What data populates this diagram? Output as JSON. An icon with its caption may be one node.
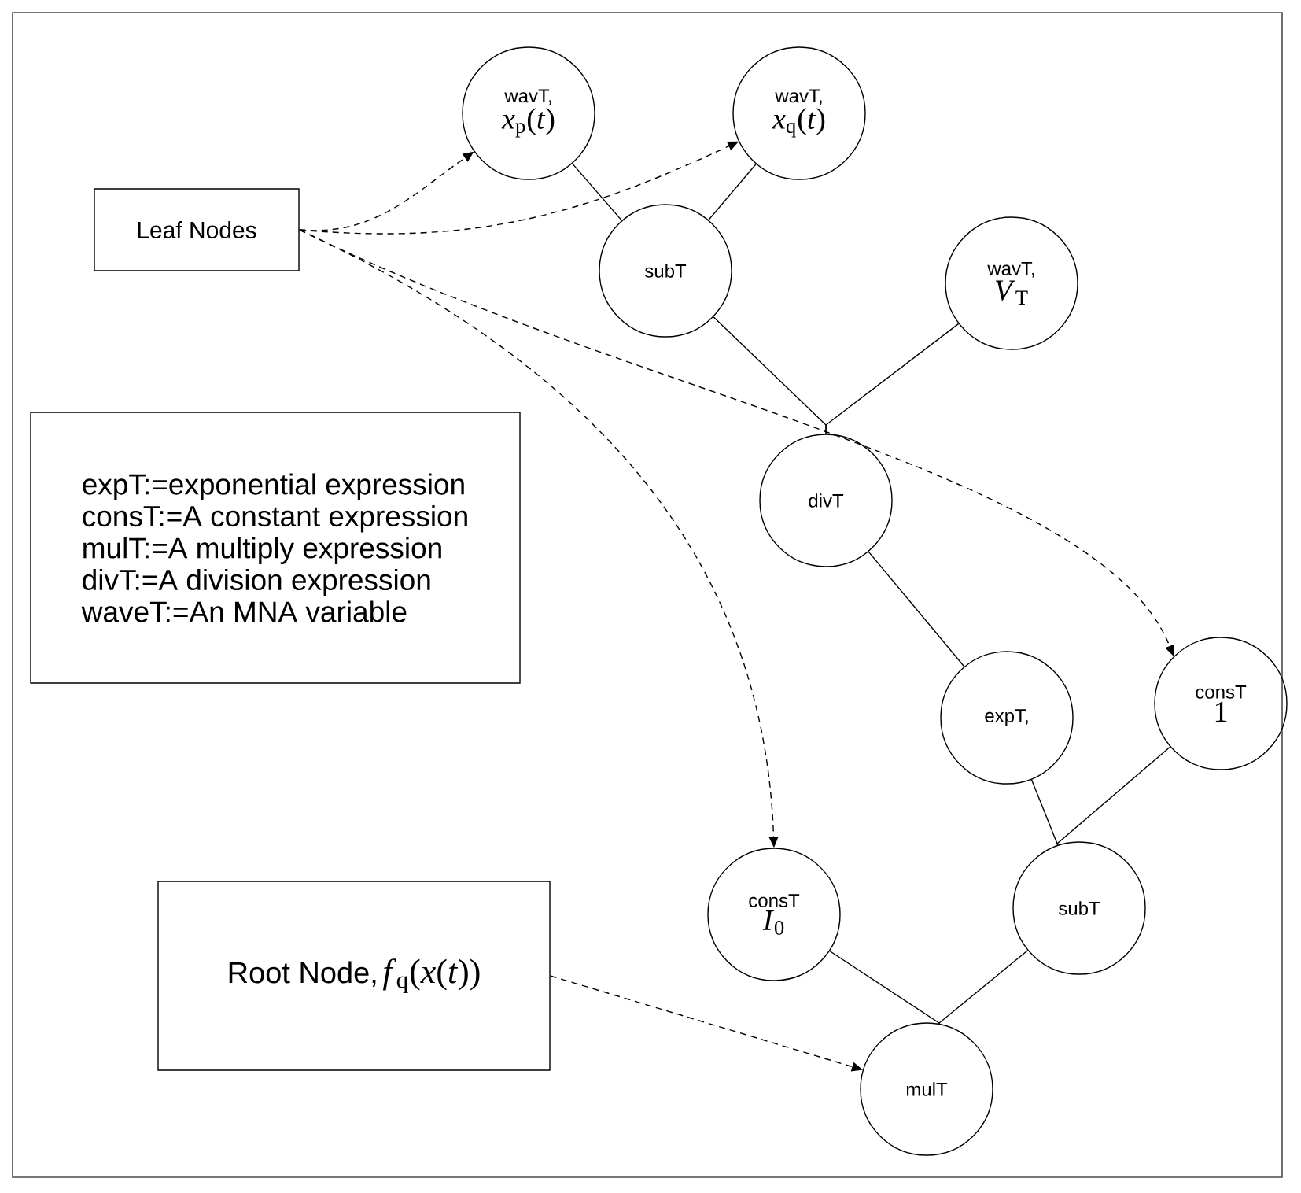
{
  "diagram": {
    "nodes": [
      {
        "text": [
          "Leaf Nodes"
        ]
      },
      {
        "text": [
          "wavT,",
          "*x*$_{p}$(*t*)"
        ]
      },
      {
        "text": [
          "wavT,",
          "*x*$_{q}$(*t*)"
        ]
      },
      {
        "text": [
          "subT"
        ]
      },
      {
        "text": [
          "wavT,",
          "*V*$_{T}$"
        ]
      },
      {
        "text": [
          "expT:=exponential expression",
          "consT:=A constant expression",
          "mulT:=A multiply expression",
          "divT:=A division expression",
          "waveT:=An MNA variable"
        ]
      },
      {
        "text": [
          "divT"
        ]
      },
      {
        "text": [
          "expT,"
        ]
      },
      {
        "text": [
          "consT",
          "1"
        ]
      },
      {
        "text": [
          "consT",
          "*I*$_{0}$"
        ]
      },
      {
        "text": [
          "subT"
        ]
      },
      {
        "text": [
          "Root Node,",
          "*f*$_{q}$(*x*(*t*))"
        ]
      },
      {
        "text": [
          "mulT"
        ]
      }
    ],
    "edges": [
      {
        "from": 0,
        "to": 1,
        "arrow": "to",
        "style": "dashed"
      },
      {
        "from": 0,
        "to": 2,
        "arrow": "to",
        "style": "dashed"
      },
      {
        "from": 0,
        "to": 8,
        "arrow": "to",
        "style": "dashed"
      },
      {
        "from": 0,
        "to": 9,
        "arrow": "to",
        "style": "dashed"
      },
      {
        "from": 11,
        "to": 12,
        "arrow": "to",
        "style": "dashed"
      },
      {
        "from": 1,
        "to": 3,
        "arrow": "none"
      },
      {
        "from": 2,
        "to": 3,
        "arrow": "none"
      },
      {
        "from": 3,
        "to": 6,
        "arrow": "none"
      },
      {
        "from": 4,
        "to": 6,
        "arrow": "none"
      },
      {
        "from": 6,
        "to": 7,
        "arrow": "none"
      },
      {
        "from": 7,
        "to": 10,
        "arrow": "none"
      },
      {
        "from": 8,
        "to": 10,
        "arrow": "none"
      },
      {
        "from": 9,
        "to": 12,
        "arrow": "none"
      },
      {
        "from": 10,
        "to": 12,
        "arrow": "none"
      }
    ]
  }
}
